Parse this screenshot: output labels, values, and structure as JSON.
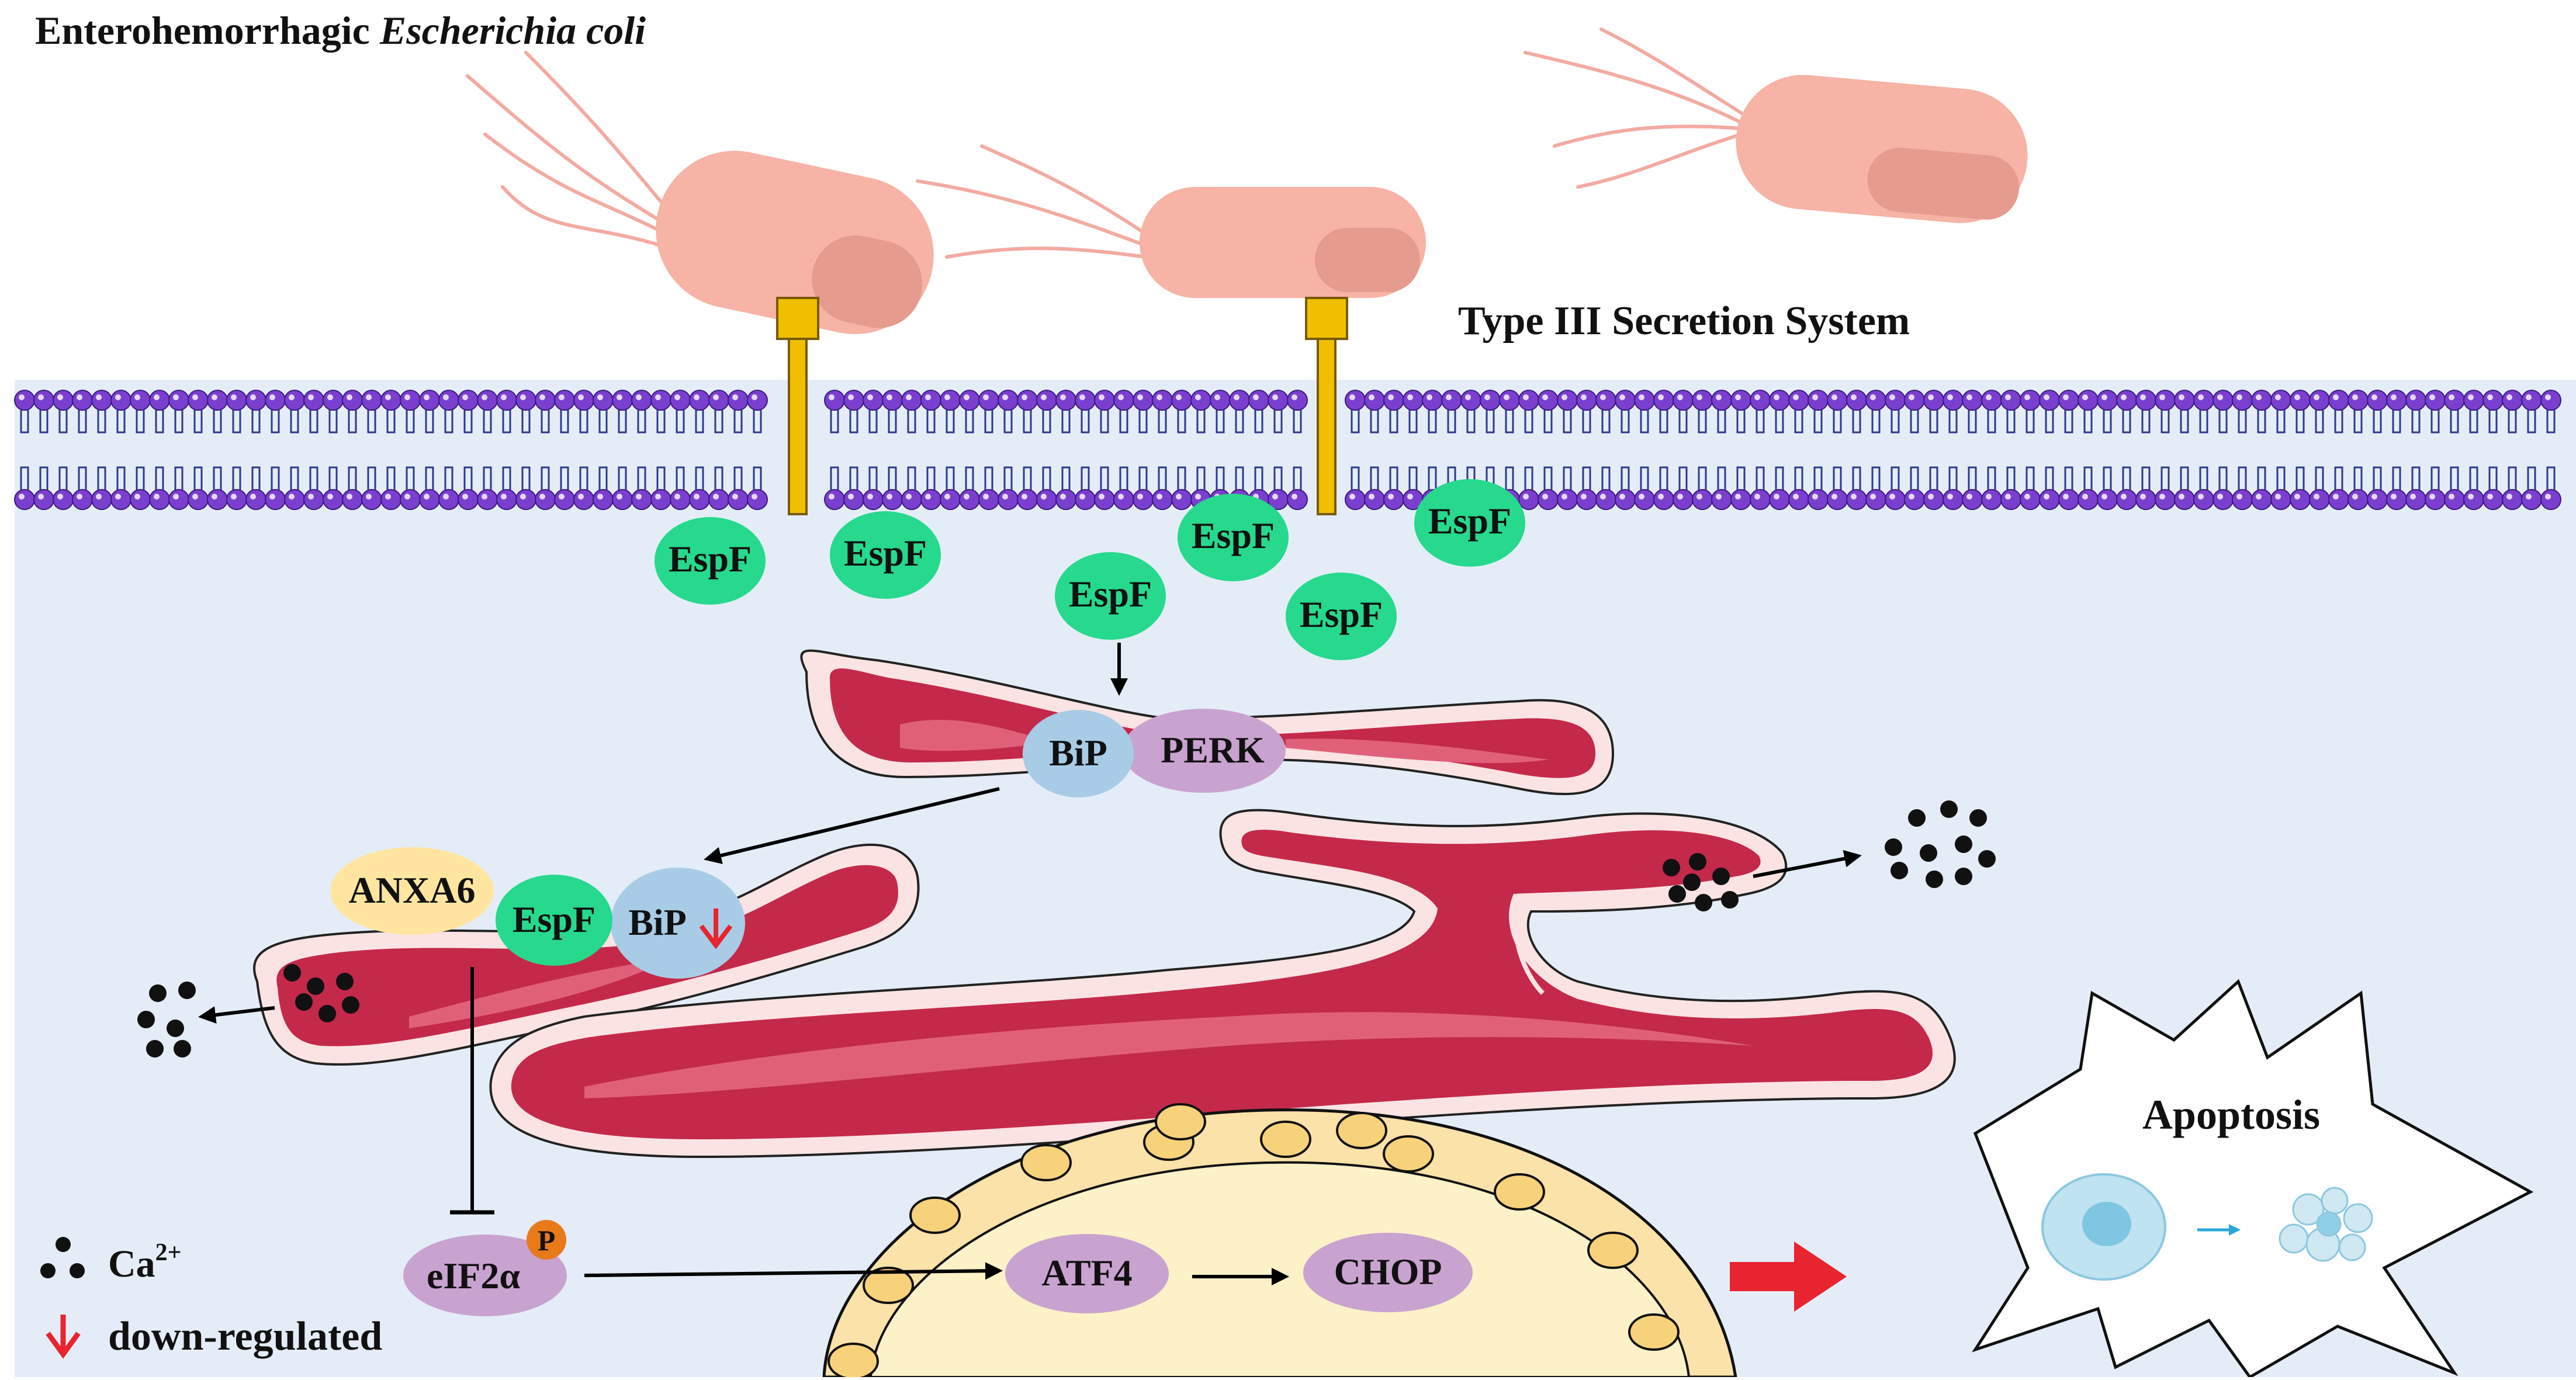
{
  "title": {
    "prefix": "Enterohemorrhagic ",
    "italic": "Escherichia coli"
  },
  "labels": {
    "t3ss": "Type III Secretion System",
    "apoptosis": "Apoptosis"
  },
  "proteins": {
    "espf": "EspF",
    "bip": "BiP",
    "perk": "PERK",
    "anxa6": "ANXA6",
    "eif2a": "eIF2α",
    "phospho": "P",
    "atf4": "ATF4",
    "chop": "CHOP"
  },
  "legend": {
    "calcium_prefix": "Ca",
    "calcium_sup": "2+",
    "down_regulated": "down-regulated"
  },
  "colors": {
    "background": "#e4edf7",
    "lipid_head": "#7b3fd0",
    "espf": "#26d98c",
    "bip": "#a8cce6",
    "perk": "#c9a3cf",
    "anxa6": "#ffe5a0",
    "er_dark": "#c4294a",
    "er_light": "#e0607a",
    "bacteria": "#f6b3a6",
    "t3ss": "#e8b400",
    "nucleus": "#fce6a0",
    "arrow_red": "#e8242e"
  }
}
